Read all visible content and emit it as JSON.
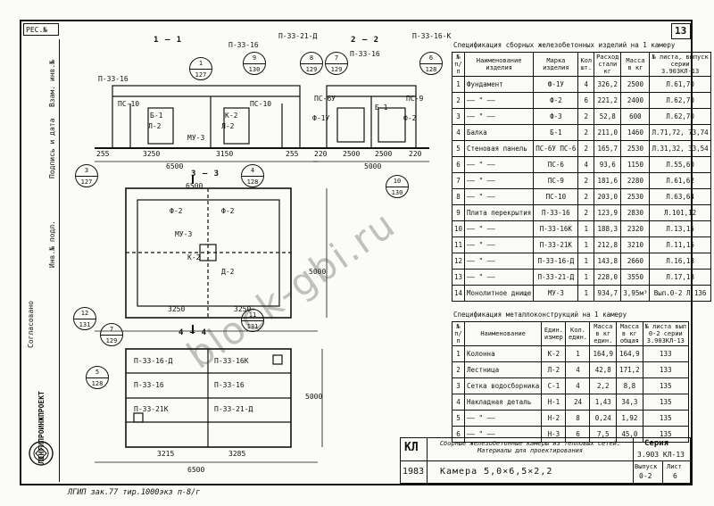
{
  "sheet": {
    "page_number": "13",
    "corner_mark": "РЕС.№"
  },
  "sections": {
    "s11": "1 – 1",
    "s22": "2 – 2",
    "s33": "3 – 3",
    "s44": "4 – 4"
  },
  "section_labels": {
    "s11_top_label": "П-33-16",
    "s11_side_label": "П-33-16",
    "s22_labels": [
      "П-33-21-Д",
      "П-33-16",
      "П-33-16-К"
    ],
    "s11_dims": [
      "255",
      "3250",
      "3150",
      "255",
      "6500"
    ],
    "s22_dims": [
      "220",
      "2500",
      "2500",
      "220",
      "5000"
    ],
    "s33_dims": [
      "6500",
      "5000",
      "3250",
      "3250"
    ],
    "s44_dims": [
      "3215",
      "3285",
      "6500",
      "5000"
    ],
    "s44_slabs": [
      "П-33-16-Д",
      "П-33-16К",
      "П-33-16",
      "П-33-16",
      "П-33-21К",
      "П-33-21-Д"
    ],
    "s33_elements": [
      "Ф-2",
      "Ф-2",
      "МУ-3",
      "К-2",
      "Д-2"
    ],
    "s11_elements": [
      "Б-1",
      "Л-2",
      "К-2",
      "Л-2",
      "МУ-3",
      "ПС-10",
      "ПС-10"
    ],
    "s22_elements": [
      "ПС-6У",
      "ПС-9",
      "Б-1",
      "Ф-1У",
      "Ф-2"
    ]
  },
  "callouts": [
    {
      "top": "1",
      "bottom": "127"
    },
    {
      "top": "9",
      "bottom": "130"
    },
    {
      "top": "8",
      "bottom": "129"
    },
    {
      "top": "7",
      "bottom": "129"
    },
    {
      "top": "6",
      "bottom": "128"
    },
    {
      "top": "3",
      "bottom": "127"
    },
    {
      "top": "4",
      "bottom": "128"
    },
    {
      "top": "10",
      "bottom": "130"
    },
    {
      "top": "12",
      "bottom": "131"
    },
    {
      "top": "7",
      "bottom": "129"
    },
    {
      "top": "11",
      "bottom": "131"
    },
    {
      "top": "5",
      "bottom": "128"
    }
  ],
  "table1": {
    "title": "Спецификация сборных железобетонных изделий на 1 камеру",
    "headers": [
      "№ п/п",
      "Наименование изделия",
      "Марка изделия",
      "Кол шт.",
      "Расход стали кг",
      "Масса в кг",
      "№ листа, выпуск серии 3.903КЛ-13"
    ],
    "rows": [
      [
        "1",
        "Фундамент",
        "Ф-1У",
        "4",
        "326,2",
        "2500",
        "Л.61,70"
      ],
      [
        "2",
        "—— \" ——",
        "Ф-2",
        "6",
        "221,2",
        "2400",
        "Л.62,70"
      ],
      [
        "3",
        "—— \" ——",
        "Ф-3",
        "2",
        "52,8",
        "600",
        "Л.62,70"
      ],
      [
        "4",
        "Балка",
        "Б-1",
        "2",
        "211,0",
        "1460",
        "Л.71,72, 73,74"
      ],
      [
        "5",
        "Стеновая панель",
        "ПС-6У ПС-6",
        "2",
        "165,7",
        "2530",
        "Л.31,32, 33,54"
      ],
      [
        "6",
        "—— \" ——",
        "ПС-6",
        "4",
        "93,6",
        "1150",
        "Л.55,60"
      ],
      [
        "7",
        "—— \" ——",
        "ПС-9",
        "2",
        "181,6",
        "2280",
        "Л.61,62"
      ],
      [
        "8",
        "—— \" ——",
        "ПС-10",
        "2",
        "203,0",
        "2530",
        "Л.63,64"
      ],
      [
        "9",
        "Плита перекрытия",
        "П-33-16",
        "2",
        "123,9",
        "2830",
        "Л.101,12"
      ],
      [
        "10",
        "—— \" ——",
        "П-33-16К",
        "1",
        "188,3",
        "2320",
        "Л.13,15"
      ],
      [
        "11",
        "—— \" ——",
        "П-33-21К",
        "1",
        "212,8",
        "3210",
        "Л.11,15"
      ],
      [
        "12",
        "—— \" ——",
        "П-33-16-Д",
        "1",
        "143,8",
        "2660",
        "Л.16,18"
      ],
      [
        "13",
        "—— \" ——",
        "П-33-21-Д",
        "1",
        "228,0",
        "3550",
        "Л.17,18"
      ],
      [
        "14",
        "Монолитное днище",
        "МУ-3",
        "1",
        "934,7",
        "3,95м³",
        "Вып.0-2 Л.136"
      ]
    ]
  },
  "table2": {
    "title": "Спецификация металлоконструкций на 1 камеру",
    "headers": [
      "№ п/п",
      "Наименование",
      "Един. измер",
      "Кол. един.",
      "Масса в кг един.",
      "Масса в кг общая",
      "№ листа вып 0-2 серии 3.903КЛ-13"
    ],
    "rows": [
      [
        "1",
        "Колонна",
        "К-2",
        "1",
        "164,9",
        "164,9",
        "133"
      ],
      [
        "2",
        "Лестница",
        "Л-2",
        "4",
        "42,8",
        "171,2",
        "133"
      ],
      [
        "3",
        "Сетка водосборника",
        "С-1",
        "4",
        "2,2",
        "8,8",
        "135"
      ],
      [
        "4",
        "Накладная деталь",
        "Н-1",
        "24",
        "1,43",
        "34,3",
        "135"
      ],
      [
        "5",
        "—— \" ——",
        "Н-2",
        "8",
        "0,24",
        "1,92",
        "135"
      ],
      [
        "6",
        "—— \" ——",
        "Н-3",
        "6",
        "7,5",
        "45,0",
        "135"
      ]
    ]
  },
  "titleblock": {
    "org": "КЛ",
    "year": "1983",
    "desc": "Сборные железобетонные камеры из тепловых сетей. Материалы для проектирования",
    "name": "Камера 5,0×6,5×2,2",
    "series_label": "Серия",
    "series": "3.903 КЛ-13",
    "issue_label": "Выпуск",
    "issue": "0-2",
    "sheet_label": "Лист",
    "sheet": "6"
  },
  "print_line": "ЛГИП  зак.77  тир.1000экз  п-8/г",
  "left_strip": {
    "institute": "ЛЕНГИПРОИНЖПРОЕКТ",
    "agreed": "Согласовано",
    "entries": [
      "Инв.№ подл.",
      "Подпись и дата",
      "Взам. инв.№"
    ]
  },
  "watermark": "block-gbi.ru"
}
